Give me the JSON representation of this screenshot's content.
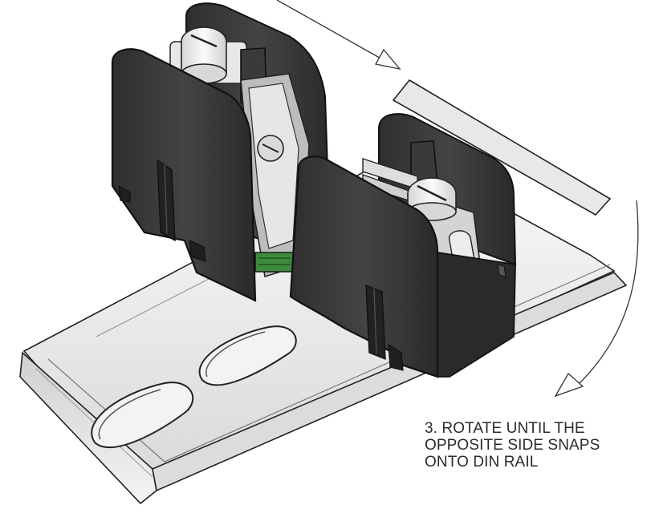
{
  "instruction": {
    "lines": [
      "3. ROTATE UNTIL THE",
      "OPPOSITE SIDE SNAPS",
      "ONTO DIN RAIL"
    ]
  },
  "colors": {
    "rail_metal": "#e9e9e9",
    "rail_shadow": "#bdbdbd",
    "housing_dark": "#3a3a3a",
    "housing_edge": "#151515",
    "screw_light": "#f2f2f2",
    "accent_green": "#3c8a3c"
  }
}
